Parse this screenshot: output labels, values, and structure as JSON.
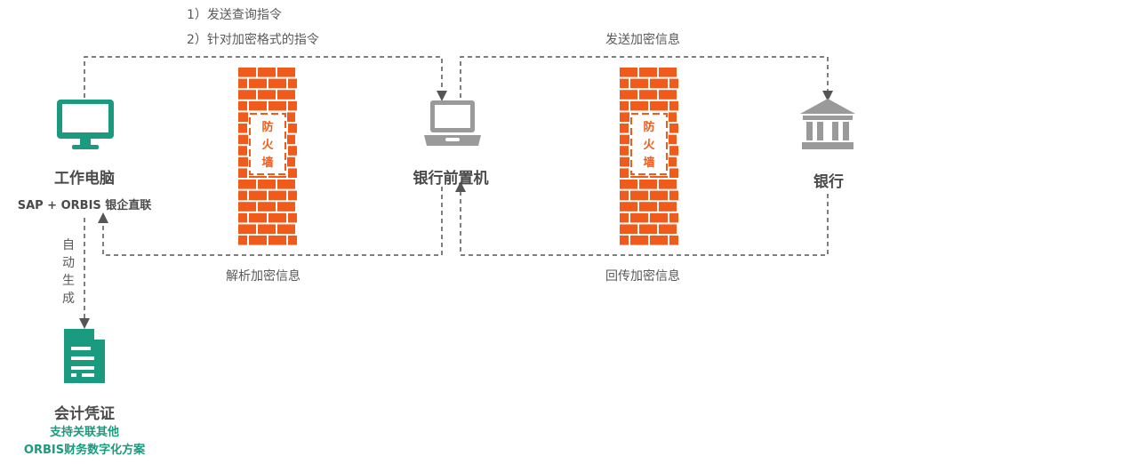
{
  "colors": {
    "green": "#1a9a7e",
    "orange": "#f05a1a",
    "gray_icon": "#9a9a9a",
    "text": "#4a4a4a",
    "line": "#555555"
  },
  "left_link": {
    "notes": [
      "1）发送查询指令",
      "2）针对加密格式的指令"
    ],
    "return_note": "解析加密信息"
  },
  "right_link": {
    "forward_note": "发送加密信息",
    "return_note": "回传加密信息"
  },
  "nodes": {
    "workstation": {
      "icon": "monitor-icon",
      "title": "工作电脑",
      "subtitle": "SAP + ORBIS 银企直联"
    },
    "front_server": {
      "icon": "laptop-icon",
      "title": "银行前置机"
    },
    "bank": {
      "icon": "bank-building-icon",
      "title": "银行"
    },
    "voucher": {
      "icon": "document-icon",
      "title": "会计凭证",
      "subtitle_lines": [
        "支持关联其他",
        "ORBIS财务数字化方案"
      ]
    }
  },
  "firewalls": [
    {
      "icon": "brick-wall-icon",
      "chars": [
        "防",
        "火",
        "墙"
      ]
    },
    {
      "icon": "brick-wall-icon",
      "chars": [
        "防",
        "火",
        "墙"
      ]
    }
  ],
  "auto_generate": {
    "chars": [
      "自",
      "动",
      "生",
      "成"
    ]
  }
}
